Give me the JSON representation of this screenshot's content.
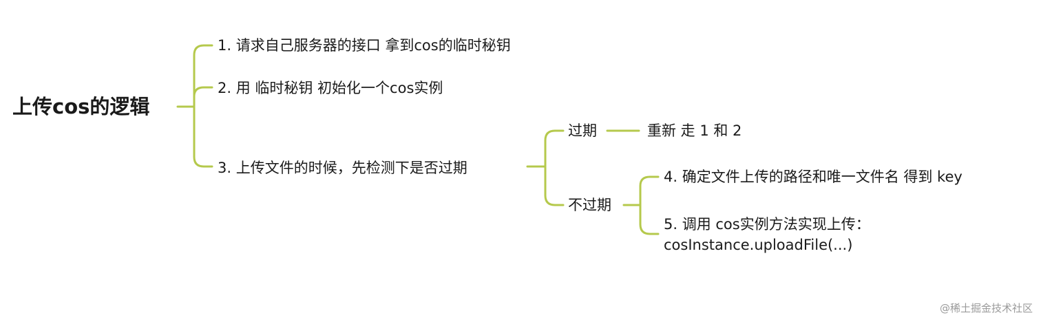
{
  "root": {
    "label": "上传cos的逻辑"
  },
  "steps": {
    "step1": "1. 请求自己服务器的接口 拿到cos的临时秘钥",
    "step2": "2. 用 临时秘钥 初始化一个cos实例",
    "step3": "3. 上传文件的时候，先检测下是否过期"
  },
  "branches": {
    "expired": {
      "label": "过期",
      "action": "重新 走 1 和 2"
    },
    "not_expired": {
      "label": "不过期",
      "step4": "4. 确定文件上传的路径和唯一文件名 得到 key",
      "step5_line1": "5. 调用 cos实例方法实现上传：",
      "step5_line2": "cosInstance.uploadFile(...)"
    }
  },
  "watermark": "@稀土掘金技术社区",
  "colors": {
    "connector": "#b5c94c",
    "text": "#1a1a1a",
    "watermark": "#9a9a9a"
  }
}
